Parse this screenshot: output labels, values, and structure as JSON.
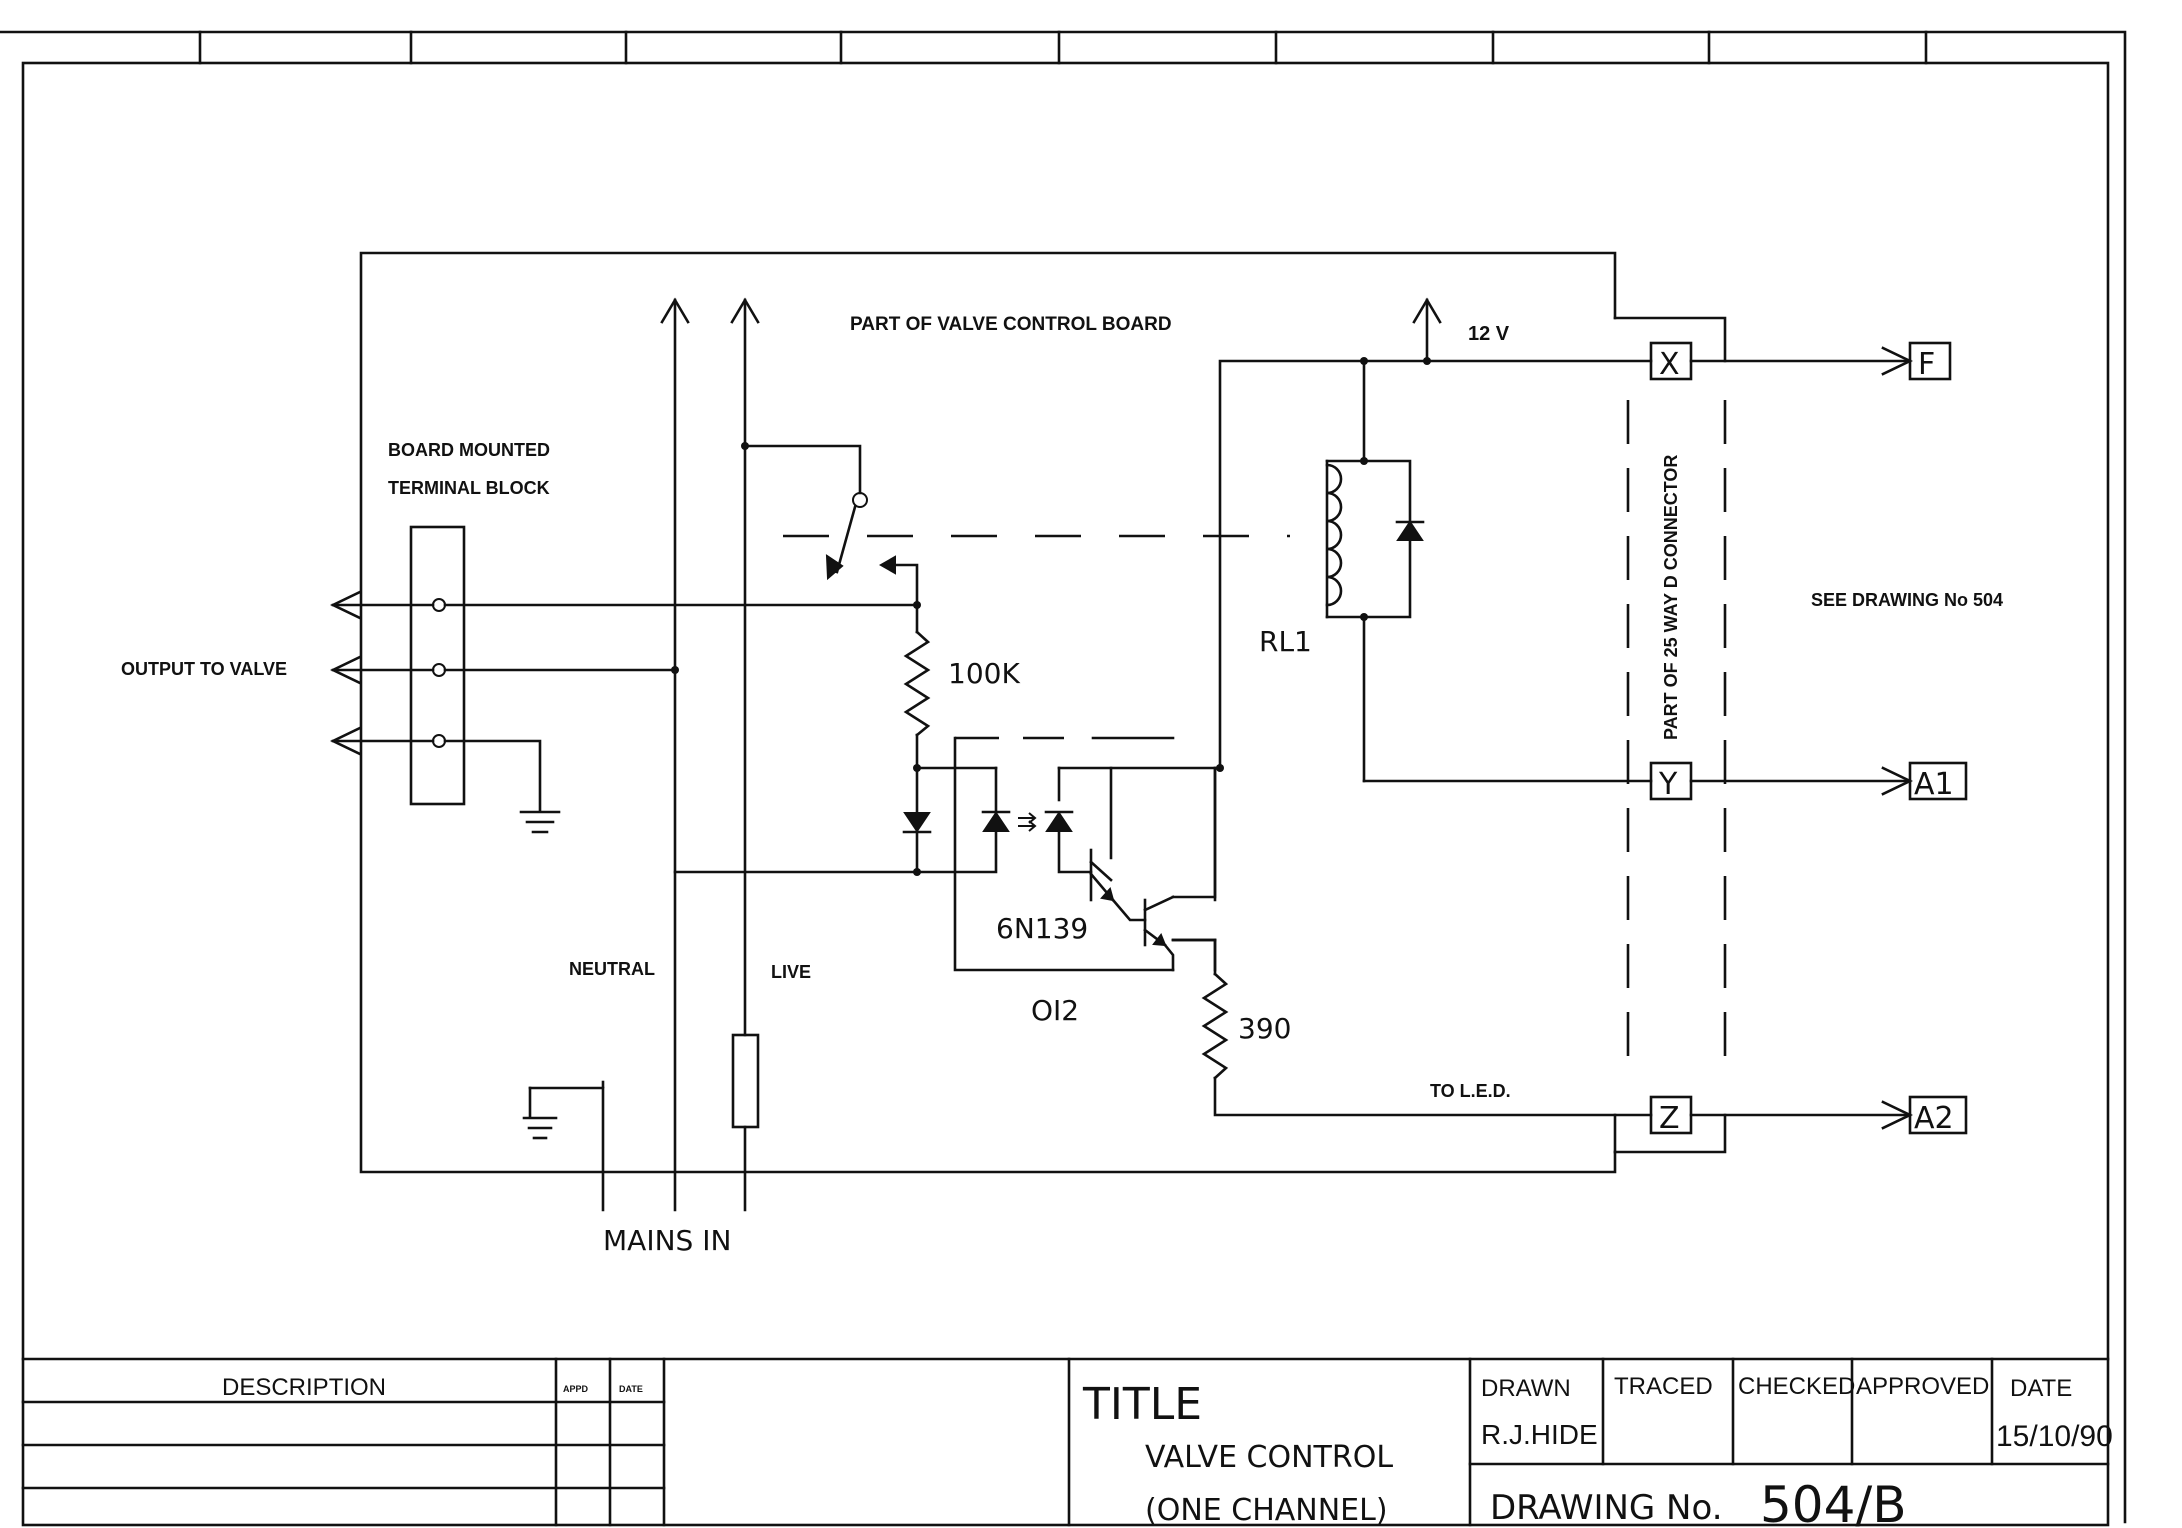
{
  "schematic": {
    "board_label": "PART OF VALVE CONTROL BOARD",
    "terminal_block_line1": "BOARD MOUNTED",
    "terminal_block_line2": "TERMINAL BLOCK",
    "output_label": "OUTPUT TO VALVE",
    "supply_label": "12 V",
    "resistor1": "100K",
    "resistor2": "390",
    "relay": "RL1",
    "optocoupler_part": "6N139",
    "optocoupler_ref": "OI2",
    "neutral": "NEUTRAL",
    "live": "LIVE",
    "mains": "MAINS IN",
    "to_led": "TO L.E.D.",
    "connector": "PART OF 25 WAY D CONNECTOR",
    "see_drawing": "SEE DRAWING No 504",
    "pins": [
      "X",
      "Y",
      "Z"
    ],
    "outputs": [
      "F",
      "A1",
      "A2"
    ]
  },
  "title_block": {
    "description_header": "DESCRIPTION",
    "appd_header": "APPD",
    "date_small_header": "DATE",
    "title_label": "TITLE",
    "title_line1": "VALVE CONTROL",
    "title_line2": "(ONE CHANNEL)",
    "drawn_label": "DRAWN",
    "drawn_by": "R.J.HIDE",
    "traced_label": "TRACED",
    "checked_label": "CHECKED",
    "approved_label": "APPROVED",
    "date_label": "DATE",
    "date_value": "15/10/90",
    "drawing_no_label": "DRAWING No.",
    "drawing_no_value": "504/B"
  }
}
